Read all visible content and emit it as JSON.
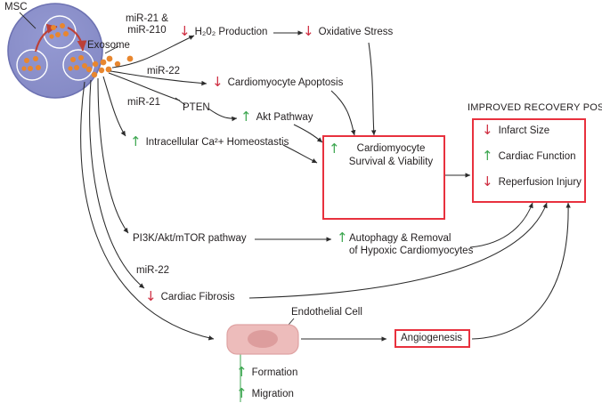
{
  "diagram": {
    "title_caps": "IMPROVED RECOVERY POST-MI",
    "source_cell": {
      "label": "MSC",
      "exosome_label": "Exosome",
      "cell_color": "#8A8FC9",
      "cell_border": "#6F74B4",
      "vesicle_border": "#ffffff",
      "cargo_color": "#E8862E",
      "internal_arrow_color": "#C0392B"
    },
    "mediators": [
      {
        "name": "mir-21-and-210",
        "text": "miR-21 &\nmiR-210"
      },
      {
        "name": "mir-22-apoptosis",
        "text": "miR-22"
      },
      {
        "name": "mir-21-pten",
        "text": "miR-21"
      },
      {
        "name": "pten",
        "text": "PTEN"
      },
      {
        "name": "pi3k-akt-mtor",
        "text": "PI3K/Akt/mTOR pathway"
      },
      {
        "name": "mir-22-fibrosis",
        "text": "miR-22"
      }
    ],
    "effects": [
      {
        "name": "h2o2-production",
        "direction": "down",
        "glyph": "↓",
        "text": "H₂0₂ Production"
      },
      {
        "name": "oxidative-stress",
        "direction": "down",
        "glyph": "↓",
        "text": "Oxidative Stress"
      },
      {
        "name": "cardiomyocyte-apoptosis",
        "direction": "down",
        "glyph": "↓",
        "text": "Cardiomyocyte Apoptosis"
      },
      {
        "name": "akt-pathway",
        "direction": "up",
        "glyph": "↑",
        "text": "Akt Pathway"
      },
      {
        "name": "intracellular-calcium-homeostasis",
        "direction": "up",
        "glyph": "↑",
        "text": "Intracellular Ca²+ Homeostastis"
      },
      {
        "name": "cardiac-fibrosis",
        "direction": "down",
        "glyph": "↓",
        "text": "Cardiac Fibrosis"
      }
    ],
    "autophagy": {
      "direction": "up",
      "glyph": "↑",
      "line1": "Autophagy & Removal",
      "line2": "of Hypoxic Cardiomyocytes"
    },
    "survival_box": {
      "direction": "up",
      "glyph": "↑",
      "line1": "Cardiomyocyte",
      "line2": "Survival & Viability",
      "border_color": "#E8313E",
      "cell_fill": "#EFC9C9",
      "nucleus_fill": "#E0ABAB"
    },
    "recovery_box": {
      "border_color": "#E8313E",
      "rows": [
        {
          "name": "infarct-size",
          "direction": "down",
          "glyph": "↓",
          "text": "Infarct Size"
        },
        {
          "name": "cardiac-function",
          "direction": "up",
          "glyph": "↑",
          "text": "Cardiac Function"
        },
        {
          "name": "reperfusion-injury",
          "direction": "down",
          "glyph": "↓",
          "text": "Reperfusion Injury"
        }
      ]
    },
    "endothelial": {
      "label": "Endothelial Cell",
      "fill": "#EDBCBB",
      "border": "#DFA3A3",
      "nucleus_fill": "#DD9D9D",
      "sub_effects": [
        {
          "name": "formation",
          "direction": "up",
          "glyph": "↑",
          "text": "Formation"
        },
        {
          "name": "migration",
          "direction": "up",
          "glyph": "↑",
          "text": "Migration"
        }
      ]
    },
    "angiogenesis": {
      "text": "Angiogenesis",
      "border_color": "#E8313E"
    }
  }
}
